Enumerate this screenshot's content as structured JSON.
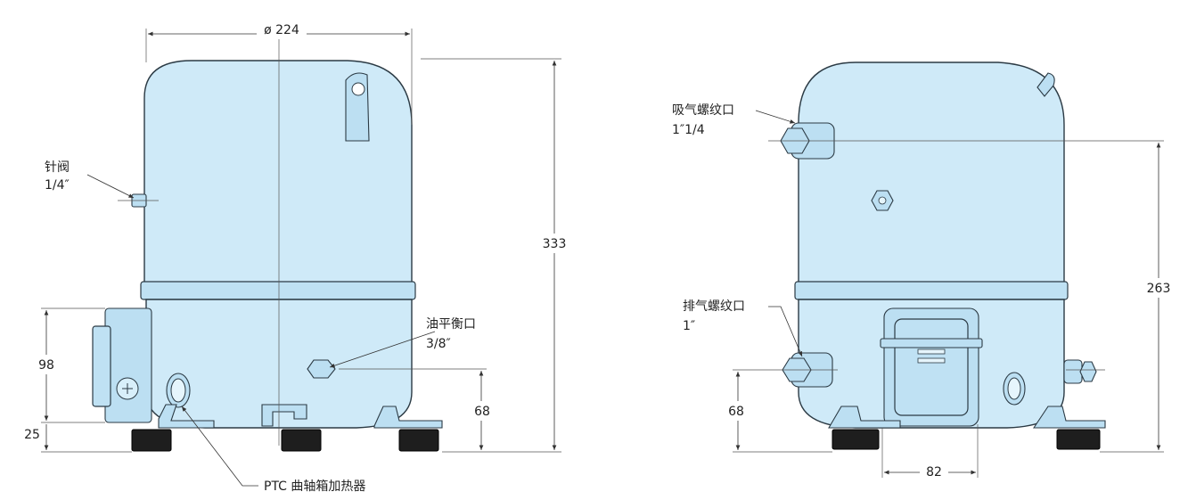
{
  "left_view": {
    "dim_diameter": "ø 224",
    "dim_height": "333",
    "dim_98": "98",
    "dim_25": "25",
    "dim_68": "68",
    "needle_valve_name": "针阀",
    "needle_valve_size": "1/4″",
    "oil_equalizer_name": "油平衡口",
    "oil_equalizer_size": "3/8″",
    "heater_label": "PTC 曲轴箱加热器"
  },
  "right_view": {
    "suction_name": "吸气螺纹口",
    "suction_size": "1″1/4",
    "discharge_name": "排气螺纹口",
    "discharge_size": "1″",
    "dim_263": "263",
    "dim_68": "68",
    "dim_82": "82"
  },
  "colors": {
    "body_fill": "#cfeaf8",
    "outline": "#2b3a44",
    "feet": "#1e1e1e"
  }
}
